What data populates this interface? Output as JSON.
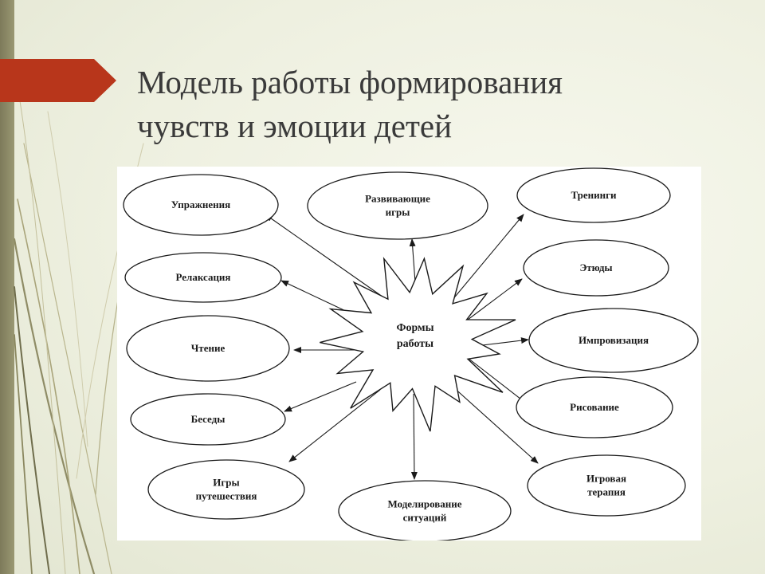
{
  "slide": {
    "title_line1": "Модель работы  формирования",
    "title_line2": "чувств и эмоции детей",
    "accent_color": "#b8361b",
    "strip_color": "#8b8966"
  },
  "diagram": {
    "center": {
      "lines": [
        "Формы",
        "работы"
      ]
    },
    "nodes": [
      {
        "id": "uprazhneniya",
        "lines": [
          "Упражнения"
        ]
      },
      {
        "id": "razvivayushchie-igry",
        "lines": [
          "Развивающие",
          "игры"
        ]
      },
      {
        "id": "treningi",
        "lines": [
          "Тренинги"
        ]
      },
      {
        "id": "relaksatsiya",
        "lines": [
          "Релаксация"
        ]
      },
      {
        "id": "etyudy",
        "lines": [
          "Этюды"
        ]
      },
      {
        "id": "chtenie",
        "lines": [
          "Чтение"
        ]
      },
      {
        "id": "improvizatsiya",
        "lines": [
          "Импровизация"
        ]
      },
      {
        "id": "besedy",
        "lines": [
          "Беседы"
        ]
      },
      {
        "id": "risovanie",
        "lines": [
          "Рисование"
        ]
      },
      {
        "id": "igry-puteshestviya",
        "lines": [
          "Игры",
          "путешествия"
        ]
      },
      {
        "id": "modelirovanie-situatsiy",
        "lines": [
          "Моделирование",
          "ситуаций"
        ]
      },
      {
        "id": "igrovaya-terapiya",
        "lines": [
          "Игровая",
          "терапия"
        ]
      }
    ]
  }
}
